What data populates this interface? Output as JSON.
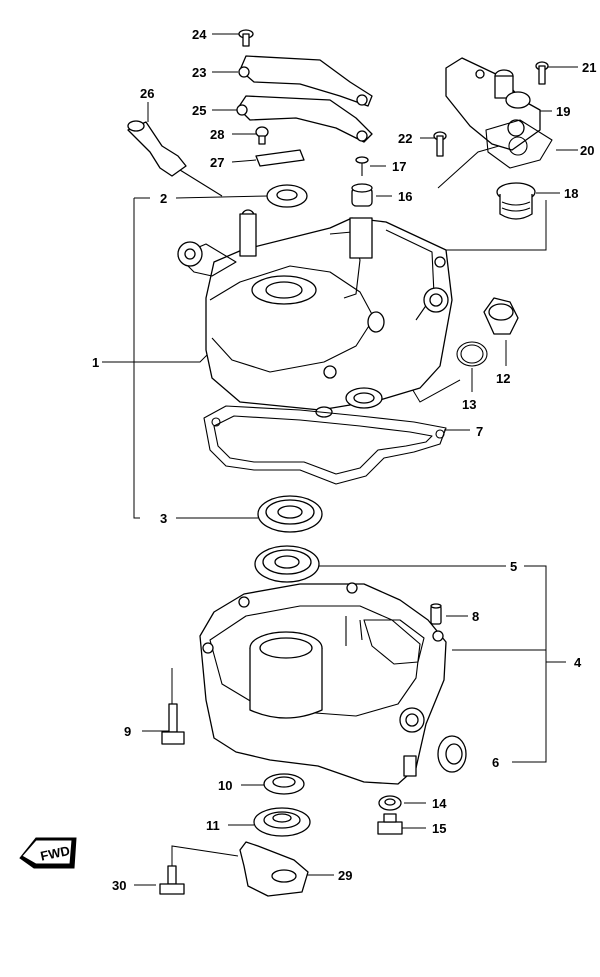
{
  "callouts": [
    {
      "id": "24",
      "text": "24"
    },
    {
      "id": "23",
      "text": "23"
    },
    {
      "id": "25",
      "text": "25"
    },
    {
      "id": "26",
      "text": "26"
    },
    {
      "id": "28",
      "text": "28"
    },
    {
      "id": "27",
      "text": "27"
    },
    {
      "id": "2",
      "text": "2"
    },
    {
      "id": "17",
      "text": "17"
    },
    {
      "id": "16",
      "text": "16"
    },
    {
      "id": "21",
      "text": "21"
    },
    {
      "id": "19",
      "text": "19"
    },
    {
      "id": "22",
      "text": "22"
    },
    {
      "id": "20",
      "text": "20"
    },
    {
      "id": "18",
      "text": "18"
    },
    {
      "id": "1",
      "text": "1"
    },
    {
      "id": "12",
      "text": "12"
    },
    {
      "id": "13",
      "text": "13"
    },
    {
      "id": "7",
      "text": "7"
    },
    {
      "id": "3",
      "text": "3"
    },
    {
      "id": "5",
      "text": "5"
    },
    {
      "id": "8",
      "text": "8"
    },
    {
      "id": "4",
      "text": "4"
    },
    {
      "id": "9",
      "text": "9"
    },
    {
      "id": "6",
      "text": "6"
    },
    {
      "id": "10",
      "text": "10"
    },
    {
      "id": "14",
      "text": "14"
    },
    {
      "id": "11",
      "text": "11"
    },
    {
      "id": "15",
      "text": "15"
    },
    {
      "id": "30",
      "text": "30"
    },
    {
      "id": "29",
      "text": "29"
    }
  ],
  "fwd_label": "FWD"
}
